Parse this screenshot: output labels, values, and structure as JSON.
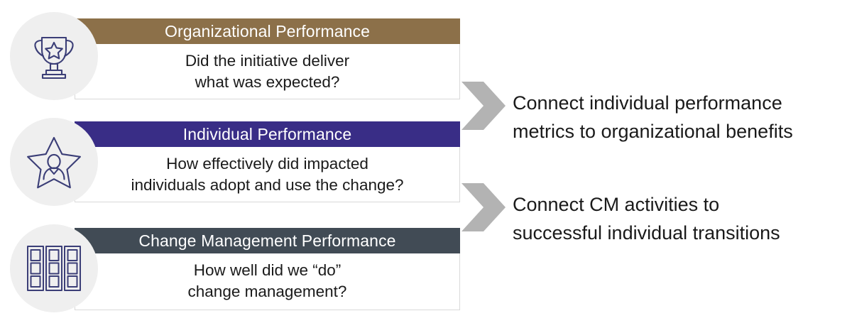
{
  "palette": {
    "org_header_bg": "#8c7049",
    "ind_header_bg": "#392d86",
    "cm_header_bg": "#414b55",
    "icon_circle_bg": "#efefef",
    "icon_stroke": "#3b3e77",
    "arrow_fill": "#b3b3b3",
    "card_body_bg": "#ffffff",
    "card_border": "#d9d9d9",
    "body_text": "#1a1a1a",
    "header_text": "#ffffff"
  },
  "cards": [
    {
      "id": "organizational-performance",
      "icon": "trophy-star-icon",
      "header": "Organizational Performance",
      "body_line1": "Did the initiative deliver",
      "body_line2": "what was expected?"
    },
    {
      "id": "individual-performance",
      "icon": "star-person-icon",
      "header": "Individual Performance",
      "body_line1": "How effectively did impacted",
      "body_line2": "individuals adopt and use the change?"
    },
    {
      "id": "change-management-performance",
      "icon": "panels-grid-icon",
      "header": "Change Management Performance",
      "body_line1": "How well did we “do”",
      "body_line2": "change management?"
    }
  ],
  "connectors": [
    {
      "id": "connector-top",
      "icon": "chevron-right-icon",
      "line1": "Connect individual performance",
      "line2": "metrics to organizational benefits"
    },
    {
      "id": "connector-bottom",
      "icon": "chevron-right-icon",
      "line1": "Connect CM activities to",
      "line2": "successful individual transitions"
    }
  ]
}
